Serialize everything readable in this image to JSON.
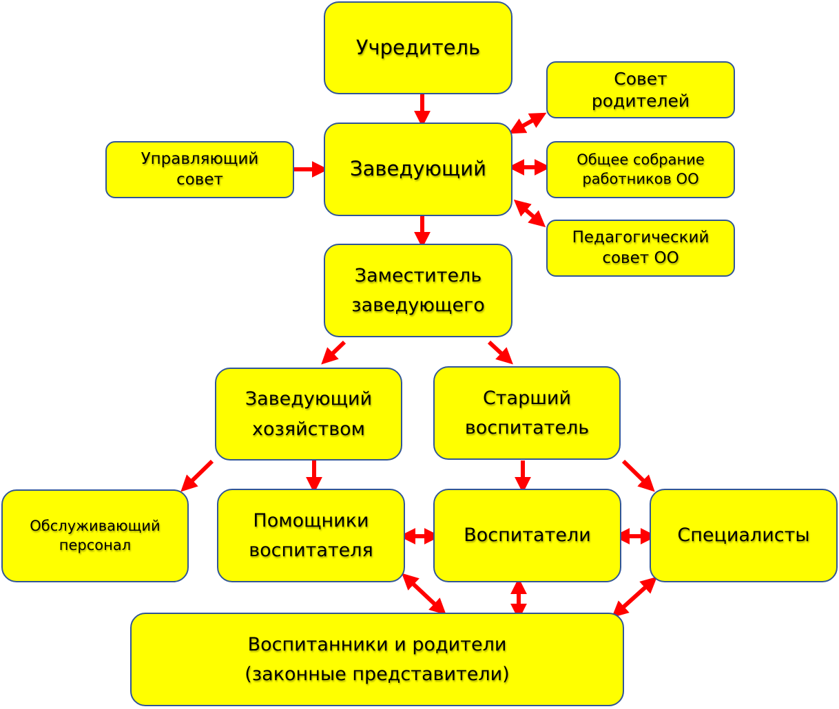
{
  "colors": {
    "box_fill": "#ffff00",
    "box_border": "#2f5597",
    "arrow": "#ff0000"
  },
  "nodes": {
    "founder": "Учредитель",
    "head": "Заведующий",
    "parents_council": "Совет\nродителей",
    "general_meeting": "Общее собрание\nработников ОО",
    "pedagogical_council": "Педагогический\nсовет ОО",
    "managing_council": "Управляющий\nсовет",
    "deputy": "Заместитель\nзаведующего",
    "supply_manager": "Заведующий\nхозяйством",
    "senior_educator": "Старший\nвоспитатель",
    "service_staff": "Обслуживающий\nперсонал",
    "assistants": "Помощники\nвоспитателя",
    "educators": "Воспитатели",
    "specialists": "Специалисты",
    "pupils_parents": "Воспитанники и родители\n(законные представители)"
  }
}
